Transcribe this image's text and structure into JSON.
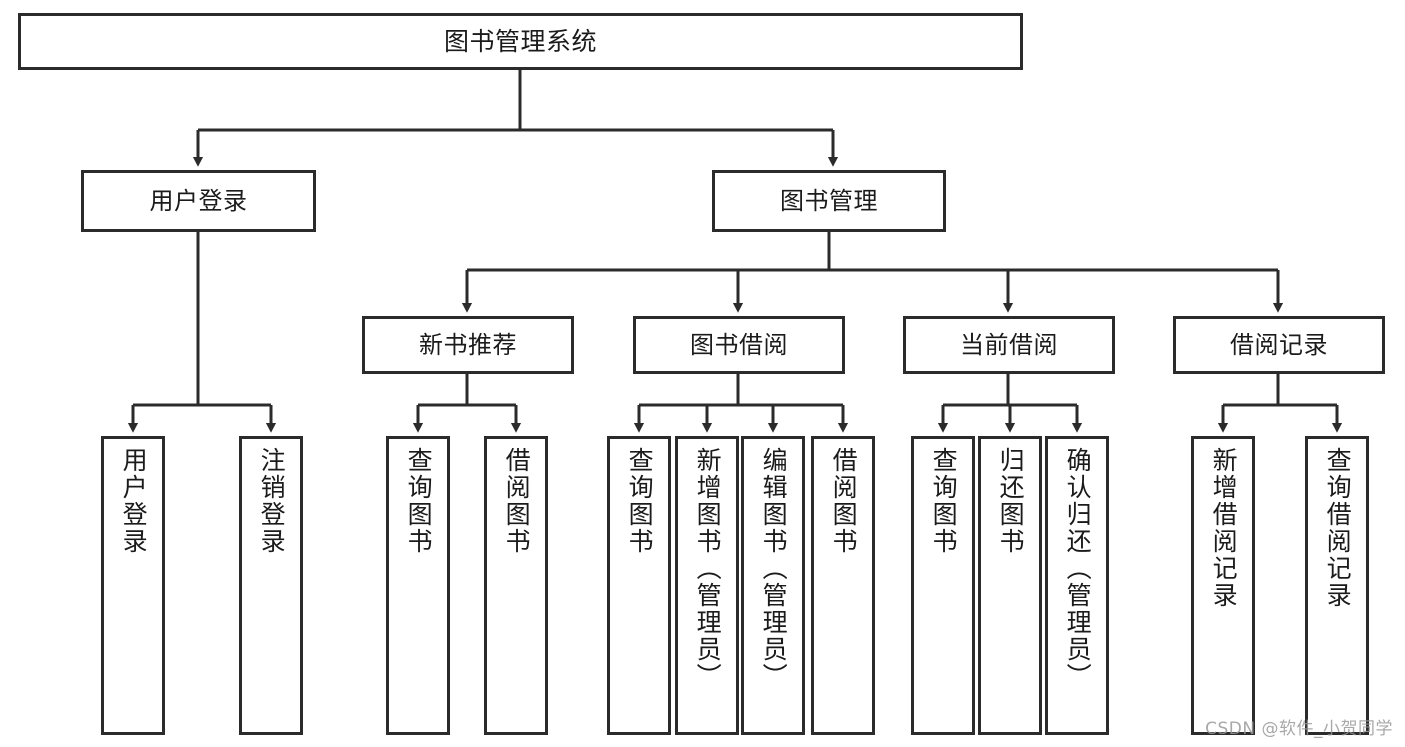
{
  "diagram": {
    "type": "tree-hierarchy-chart",
    "title": "图书管理系统",
    "stroke_color": "#2b2b2b",
    "background_color": "#ffffff",
    "text_color": "#1b1b1b"
  },
  "nodes": {
    "root": {
      "label": "图书管理系统"
    },
    "level2": [
      {
        "id": "user-login",
        "label": "用户登录"
      },
      {
        "id": "book-manage",
        "label": "图书管理"
      }
    ],
    "level3": [
      {
        "id": "new-book-recommend",
        "label": "新书推荐"
      },
      {
        "id": "book-borrow",
        "label": "图书借阅"
      },
      {
        "id": "current-borrow",
        "label": "当前借阅"
      },
      {
        "id": "borrow-record",
        "label": "借阅记录"
      }
    ],
    "leaves": {
      "user-login": [
        {
          "id": "leaf-user-login",
          "label": "用户登录"
        },
        {
          "id": "leaf-logout-login",
          "label": "注销登录"
        }
      ],
      "new-book-recommend": [
        {
          "id": "leaf-query-book-1",
          "label": "查询图书"
        },
        {
          "id": "leaf-borrow-book-1",
          "label": "借阅图书"
        }
      ],
      "book-borrow": [
        {
          "id": "leaf-query-book-2",
          "label": "查询图书"
        },
        {
          "id": "leaf-add-book",
          "label": "新增图书（管理员）"
        },
        {
          "id": "leaf-edit-book",
          "label": "编辑图书（管理员）"
        },
        {
          "id": "leaf-borrow-book-2",
          "label": "借阅图书"
        }
      ],
      "current-borrow": [
        {
          "id": "leaf-query-book-3",
          "label": "查询图书"
        },
        {
          "id": "leaf-return-book",
          "label": "归还图书"
        },
        {
          "id": "leaf-confirm-return",
          "label": "确认归还（管理员）"
        }
      ],
      "borrow-record": [
        {
          "id": "leaf-add-record",
          "label": "新增借阅记录"
        },
        {
          "id": "leaf-query-record",
          "label": "查询借阅记录"
        }
      ]
    }
  },
  "watermark": {
    "text": "CSDN @软件_小贺同学"
  }
}
